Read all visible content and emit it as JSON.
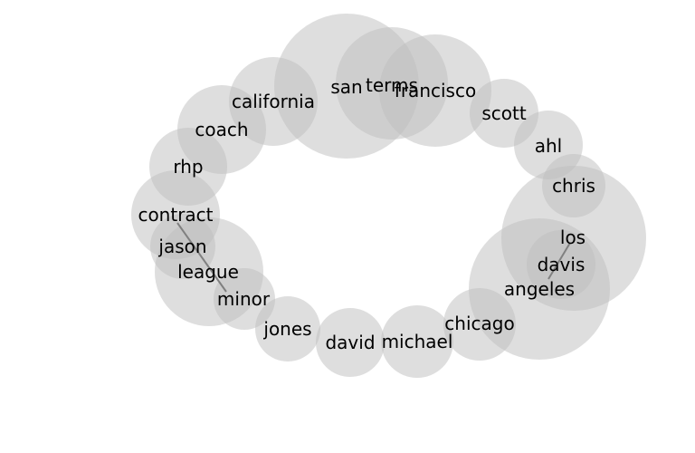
{
  "diagram": {
    "node_fill": "#bdbdbd",
    "edge_color": "#808080",
    "nodes": [
      {
        "id": "san",
        "label": "san"
      },
      {
        "id": "terms",
        "label": "terms"
      },
      {
        "id": "francisco",
        "label": "francisco"
      },
      {
        "id": "california",
        "label": "california"
      },
      {
        "id": "scott",
        "label": "scott"
      },
      {
        "id": "coach",
        "label": "coach"
      },
      {
        "id": "ahl",
        "label": "ahl"
      },
      {
        "id": "rhp",
        "label": "rhp"
      },
      {
        "id": "chris",
        "label": "chris"
      },
      {
        "id": "contract",
        "label": "contract"
      },
      {
        "id": "los",
        "label": "los"
      },
      {
        "id": "jason",
        "label": "jason"
      },
      {
        "id": "davis",
        "label": "davis"
      },
      {
        "id": "league",
        "label": "league"
      },
      {
        "id": "angeles",
        "label": "angeles"
      },
      {
        "id": "minor",
        "label": "minor"
      },
      {
        "id": "chicago",
        "label": "chicago"
      },
      {
        "id": "jones",
        "label": "jones"
      },
      {
        "id": "david",
        "label": "david"
      },
      {
        "id": "michael",
        "label": "michael"
      }
    ],
    "edges": [
      {
        "source": "los",
        "target": "angeles"
      },
      {
        "source": "contract",
        "target": "minor"
      }
    ]
  }
}
